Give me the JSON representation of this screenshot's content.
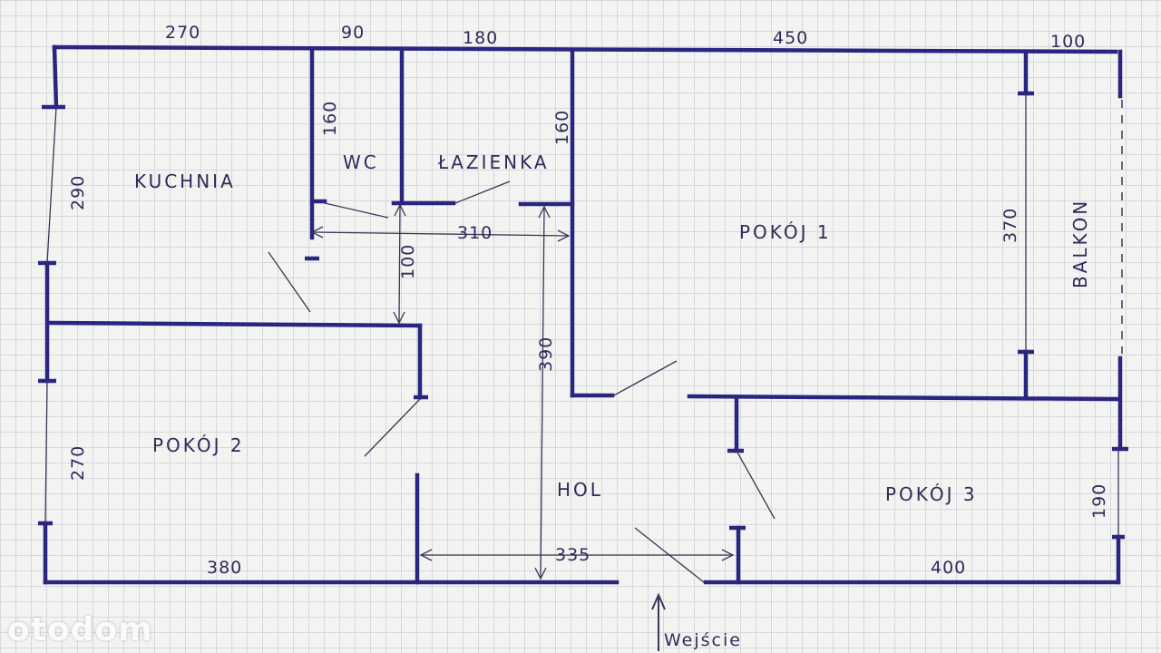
{
  "rooms": {
    "kuchnia": "KUCHNIA",
    "wc": "WC",
    "lazienka": "ŁAZIENKA",
    "pokoj1": "POKÓJ 1",
    "balkon": "BALKON",
    "pokoj2": "POKÓJ 2",
    "hol": "HOL",
    "pokoj3": "POKÓJ 3"
  },
  "dimensions": {
    "top_kuchnia": "270",
    "top_wc": "90",
    "top_lazienka": "180",
    "top_pokoj1": "450",
    "top_balkon": "100",
    "left_kuchnia": "290",
    "left_pokoj2": "270",
    "wc_height": "160",
    "lazienka_height": "160",
    "corridor_width": "310",
    "corridor_depth": "100",
    "hol_length": "390",
    "pokoj1_depth": "370",
    "pokoj3_depth": "190",
    "bottom_pokoj2": "380",
    "hol_bottom": "335",
    "bottom_pokoj3": "400"
  },
  "entrance": "Wejście",
  "watermark": "otodom",
  "colors": {
    "ink": "#2a2580",
    "pencil": "#3a3658",
    "paper": "#f3f3f1",
    "grid": "#d6d8dc"
  }
}
